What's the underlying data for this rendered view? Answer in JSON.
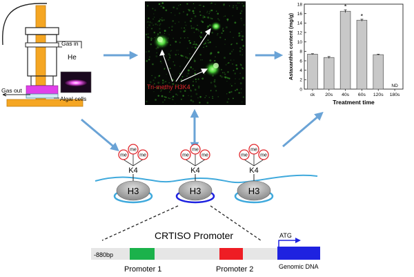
{
  "apparatus": {
    "gas_in_label": "Gas in",
    "gas_label": "He",
    "gas_out_label": "Gas out",
    "algal_cells_label": "Algal cells"
  },
  "microscopy": {
    "label": "Tri-methy H3K4",
    "label_color": "#e0262b"
  },
  "chart": {
    "chart_data": {
      "type": "bar",
      "categories": [
        "ck",
        "20s",
        "40s",
        "60s",
        "120s",
        "180s"
      ],
      "values": [
        7.4,
        6.7,
        16.5,
        14.6,
        7.3,
        null
      ],
      "errors": [
        0.1,
        0.2,
        0.3,
        0.2,
        0.1,
        null
      ],
      "significance": [
        "",
        "",
        "*",
        "*",
        "",
        ""
      ],
      "annotations": [
        "",
        "",
        "",
        "",
        "",
        "ND"
      ],
      "xlabel": "Treatment time",
      "ylabel": "Astaxanthin content (mg/g)",
      "ylim": [
        0,
        18
      ],
      "yticks": [
        "0",
        "2",
        "4",
        "6",
        "8",
        "10",
        "12",
        "14",
        "16",
        "18"
      ]
    }
  },
  "nucleosomes": {
    "histone_label": "H3",
    "lysine_label": "K4",
    "mark_label": "me"
  },
  "promoter": {
    "title": "CRTISO Promoter",
    "position_label": "-880bp",
    "atg_label": "ATG",
    "promoter1_label": "Promoter 1",
    "promoter2_label": "Promoter 2",
    "genomic_label": "Genomic DNA",
    "promoter1_color": "#1bb24b",
    "promoter2_color": "#ee1d24",
    "genomic_color": "#1e22e0"
  },
  "colors": {
    "arrow": "#6aa3d6",
    "dna": "#3fa9dc",
    "plasma": "#e040e8",
    "electrode": "#f5a623"
  }
}
